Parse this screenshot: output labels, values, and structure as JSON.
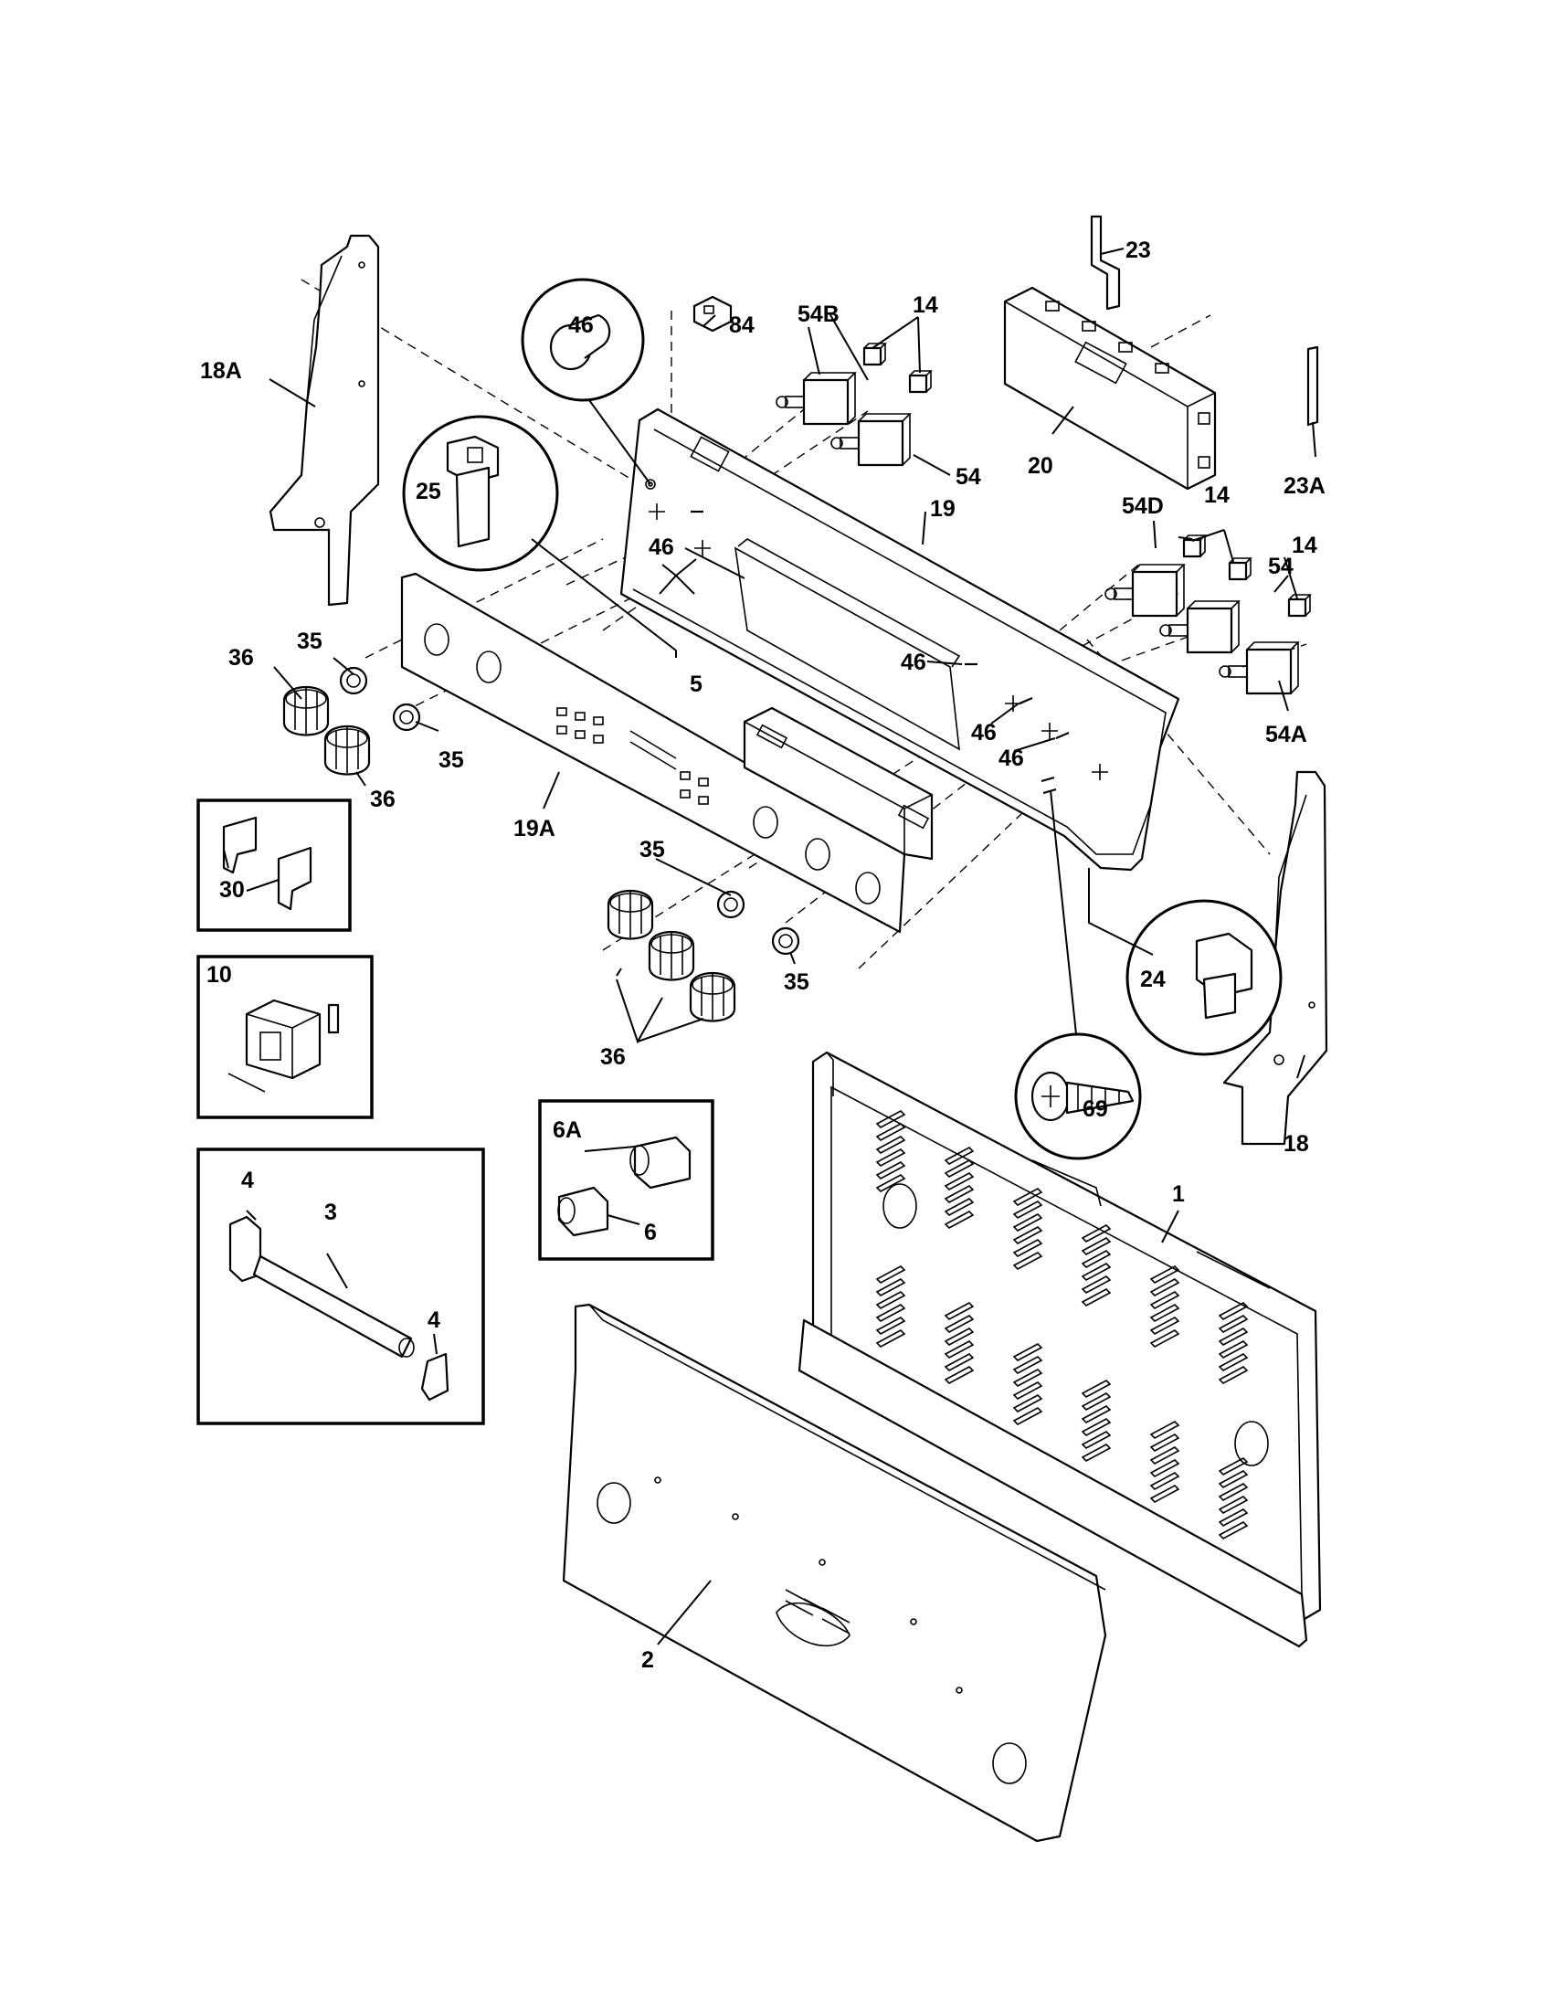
{
  "diagram": {
    "labels": {
      "l1": "1",
      "l2": "2",
      "l3": "3",
      "l4a": "4",
      "l4b": "4",
      "l5": "5",
      "l6": "6",
      "l6A": "6A",
      "l10": "10",
      "l14a": "14",
      "l14b": "14",
      "l14c": "14",
      "l18": "18",
      "l18A": "18A",
      "l19": "19",
      "l19A": "19A",
      "l20": "20",
      "l23": "23",
      "l23A": "23A",
      "l24": "24",
      "l25": "25",
      "l30": "30",
      "l35a": "35",
      "l35b": "35",
      "l35c": "35",
      "l35d": "35",
      "l36a": "36",
      "l36b": "36",
      "l36c": "36",
      "l46a": "46",
      "l46b": "46",
      "l46c": "46",
      "l46d": "46",
      "l46e": "46",
      "l54a": "54",
      "l54b": "54",
      "l54A": "54A",
      "l54B": "54B",
      "l54D": "54D",
      "l69": "69",
      "l84": "84"
    }
  }
}
